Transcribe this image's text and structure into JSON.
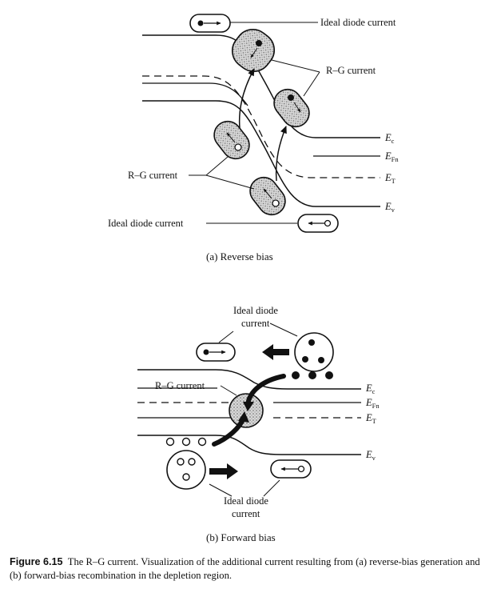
{
  "diagram_a": {
    "labels": {
      "ideal_diode_top": "Ideal diode current",
      "rg_right": "R–G current",
      "rg_left": "R–G current",
      "ideal_diode_bottom": "Ideal diode current"
    },
    "band_labels": {
      "ec": {
        "main": "E",
        "sub": "c"
      },
      "efn": {
        "main": "E",
        "sub": "Fn"
      },
      "et": {
        "main": "E",
        "sub": "T"
      },
      "ev": {
        "main": "E",
        "sub": "v"
      }
    },
    "subcaption": "(a) Reverse bias"
  },
  "diagram_b": {
    "labels": {
      "ideal_diode_top_line1": "Ideal diode",
      "ideal_diode_top_line2": "current",
      "rg_current": "R–G current",
      "ideal_diode_bottom_line1": "Ideal diode",
      "ideal_diode_bottom_line2": "current"
    },
    "band_labels": {
      "ec": {
        "main": "E",
        "sub": "c"
      },
      "efn": {
        "main": "E",
        "sub": "Fn"
      },
      "et": {
        "main": "E",
        "sub": "T"
      },
      "ev": {
        "main": "E",
        "sub": "v"
      }
    },
    "subcaption": "(b) Forward bias"
  },
  "caption": {
    "figure_number": "Figure 6.15",
    "text": "The R–G current. Visualization of the additional current resulting from (a) reverse-bias generation and (b) forward-bias recombination in the depletion region."
  }
}
